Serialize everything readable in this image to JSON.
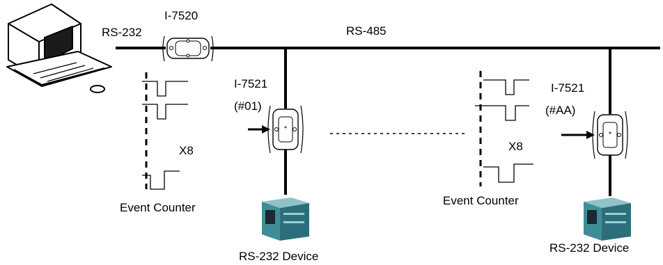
{
  "labels": {
    "rs232_top": "RS-232",
    "i7520": "I-7520",
    "rs485": "RS-485",
    "i7521_left_name": "I-7521",
    "i7521_left_addr": "(#01)",
    "i7521_right_name": "I-7521",
    "i7521_right_addr": "(#AA)",
    "x8_left": "X8",
    "x8_right": "X8",
    "event_counter_left": "Event Counter",
    "event_counter_right": "Event Counter",
    "device_left": "RS-232 Device",
    "device_right": "RS-232 Device"
  }
}
